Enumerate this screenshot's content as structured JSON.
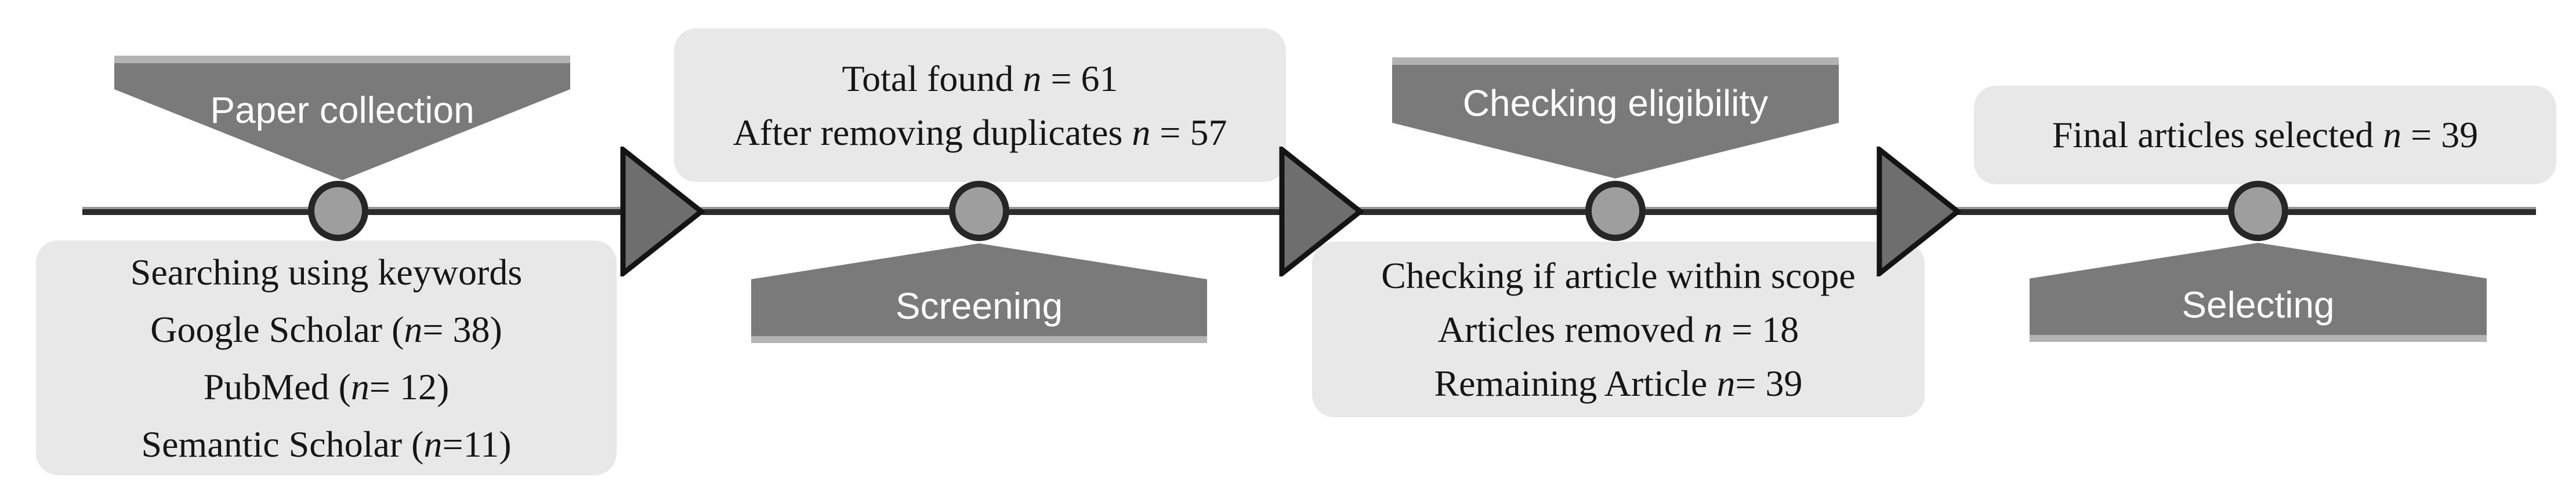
{
  "figure": {
    "type": "literature-screening-flow-diagram",
    "node_count": 4,
    "arrow_count": 3
  },
  "colors": {
    "background": "#ffffff",
    "banner_gray": "#7a7a7a",
    "banner_bevel_gray": "#b3b3b3",
    "banner_text": "#ffffff",
    "arrow_fill": "#6e6e6e",
    "arrow_outline": "#141414",
    "node_fill": "#9e9e9e",
    "node_border": "#262626",
    "note_box_fill": "#e8e8e8",
    "note_text": "#161616",
    "timeline_dark": "#2b2b2b",
    "timeline_light": "#979797"
  },
  "stages": [
    {
      "banner": "Paper collection",
      "banner_side": "above",
      "note_lines": [
        [
          {
            "t": "Searching using keywords"
          }
        ],
        [
          {
            "t": "Google Scholar ("
          },
          {
            "t": "n",
            "em": true
          },
          {
            "t": "= 38)"
          }
        ],
        [
          {
            "t": "PubMed ("
          },
          {
            "t": "n",
            "em": true
          },
          {
            "t": "= 12)"
          }
        ],
        [
          {
            "t": "Semantic Scholar ("
          },
          {
            "t": "n",
            "em": true
          },
          {
            "t": "=11)"
          }
        ]
      ]
    },
    {
      "banner": "Screening",
      "banner_side": "below",
      "note_lines": [
        [
          {
            "t": "Total found "
          },
          {
            "t": "n",
            "em": true
          },
          {
            "t": " = 61"
          }
        ],
        [
          {
            "t": "After removing duplicates "
          },
          {
            "t": "n",
            "em": true
          },
          {
            "t": " = 57"
          }
        ]
      ]
    },
    {
      "banner": "Checking eligibility",
      "banner_side": "above",
      "note_lines": [
        [
          {
            "t": "Checking if article within scope"
          }
        ],
        [
          {
            "t": "Articles removed "
          },
          {
            "t": "n",
            "em": true
          },
          {
            "t": " = 18"
          }
        ],
        [
          {
            "t": "Remaining Article "
          },
          {
            "t": "n",
            "em": true
          },
          {
            "t": "= 39"
          }
        ]
      ]
    },
    {
      "banner": "Selecting",
      "banner_side": "below",
      "note_lines": [
        [
          {
            "t": "Final articles selected "
          },
          {
            "t": "n",
            "em": true
          },
          {
            "t": " = 39"
          }
        ]
      ]
    }
  ]
}
